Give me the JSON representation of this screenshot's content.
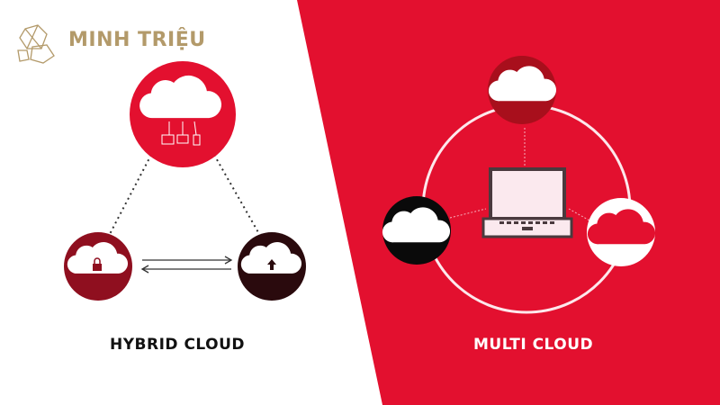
{
  "brand": {
    "name": "MINH TRIỆU"
  },
  "hybrid": {
    "title": "HYBRID CLOUD"
  },
  "multi": {
    "title": "MULTI CLOUD"
  },
  "colors": {
    "red": "#e3102f",
    "dark_red": "#a80f1c",
    "maroon": "#8f0f1f",
    "dark": "#2a0a0d",
    "gold": "#b39a6a"
  }
}
